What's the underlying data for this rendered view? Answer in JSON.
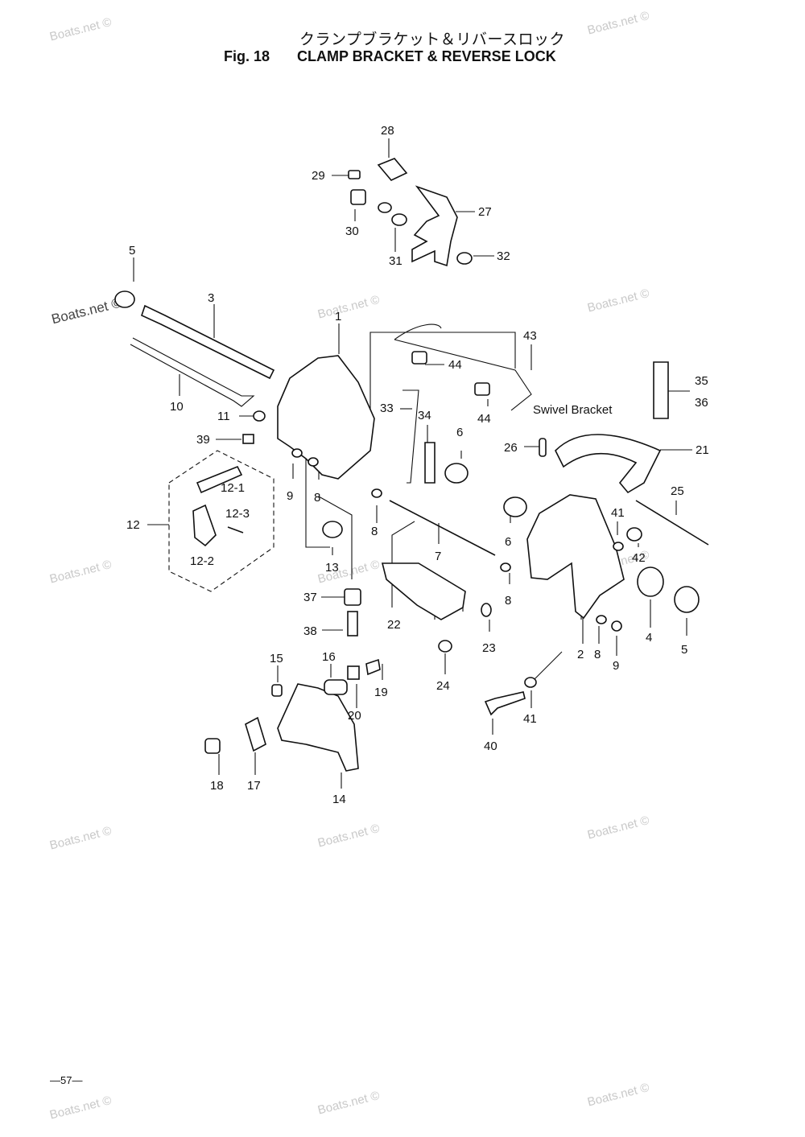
{
  "header": {
    "title_jp": "クランプブラケット＆リバースロック",
    "fig_number": "Fig. 18",
    "title_en": "CLAMP BRACKET & REVERSE LOCK"
  },
  "annotation": {
    "swivel_bracket": "Swivel Bracket"
  },
  "page_number": "—57—",
  "watermark": "Boats.net ©",
  "part_labels": [
    "28",
    "29",
    "27",
    "30",
    "31",
    "32",
    "5",
    "3",
    "1",
    "43",
    "44",
    "35",
    "36",
    "44",
    "10",
    "11",
    "33",
    "34",
    "6",
    "39",
    "26",
    "21",
    "12-1",
    "25",
    "12-3",
    "12",
    "9",
    "8",
    "8",
    "6",
    "41",
    "42",
    "12-2",
    "7",
    "13",
    "8",
    "37",
    "22",
    "23",
    "4",
    "2",
    "8",
    "9",
    "5",
    "38",
    "24",
    "15",
    "16",
    "19",
    "20",
    "41",
    "40",
    "18",
    "17",
    "14"
  ]
}
